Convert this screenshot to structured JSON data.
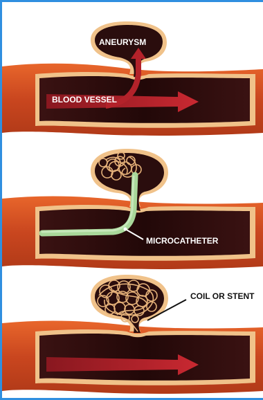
{
  "panels": [
    {
      "label": "ANEURYSM"
    },
    {
      "label": "BLOOD VESSEL"
    },
    {
      "label": "MICROCATHETER"
    },
    {
      "label": "COIL OR STENT"
    }
  ],
  "colors": {
    "frame": "#2f8fe0",
    "vessel_outer": "#c9461f",
    "vessel_wall": "#f0c28a",
    "lumen": "#2a0d0d",
    "arrow": "#b3222a",
    "catheter": "#a9d89a",
    "coil": "#e6b27a"
  },
  "icons": [
    "flow-arrow-icon",
    "coil-icon",
    "catheter-icon"
  ]
}
